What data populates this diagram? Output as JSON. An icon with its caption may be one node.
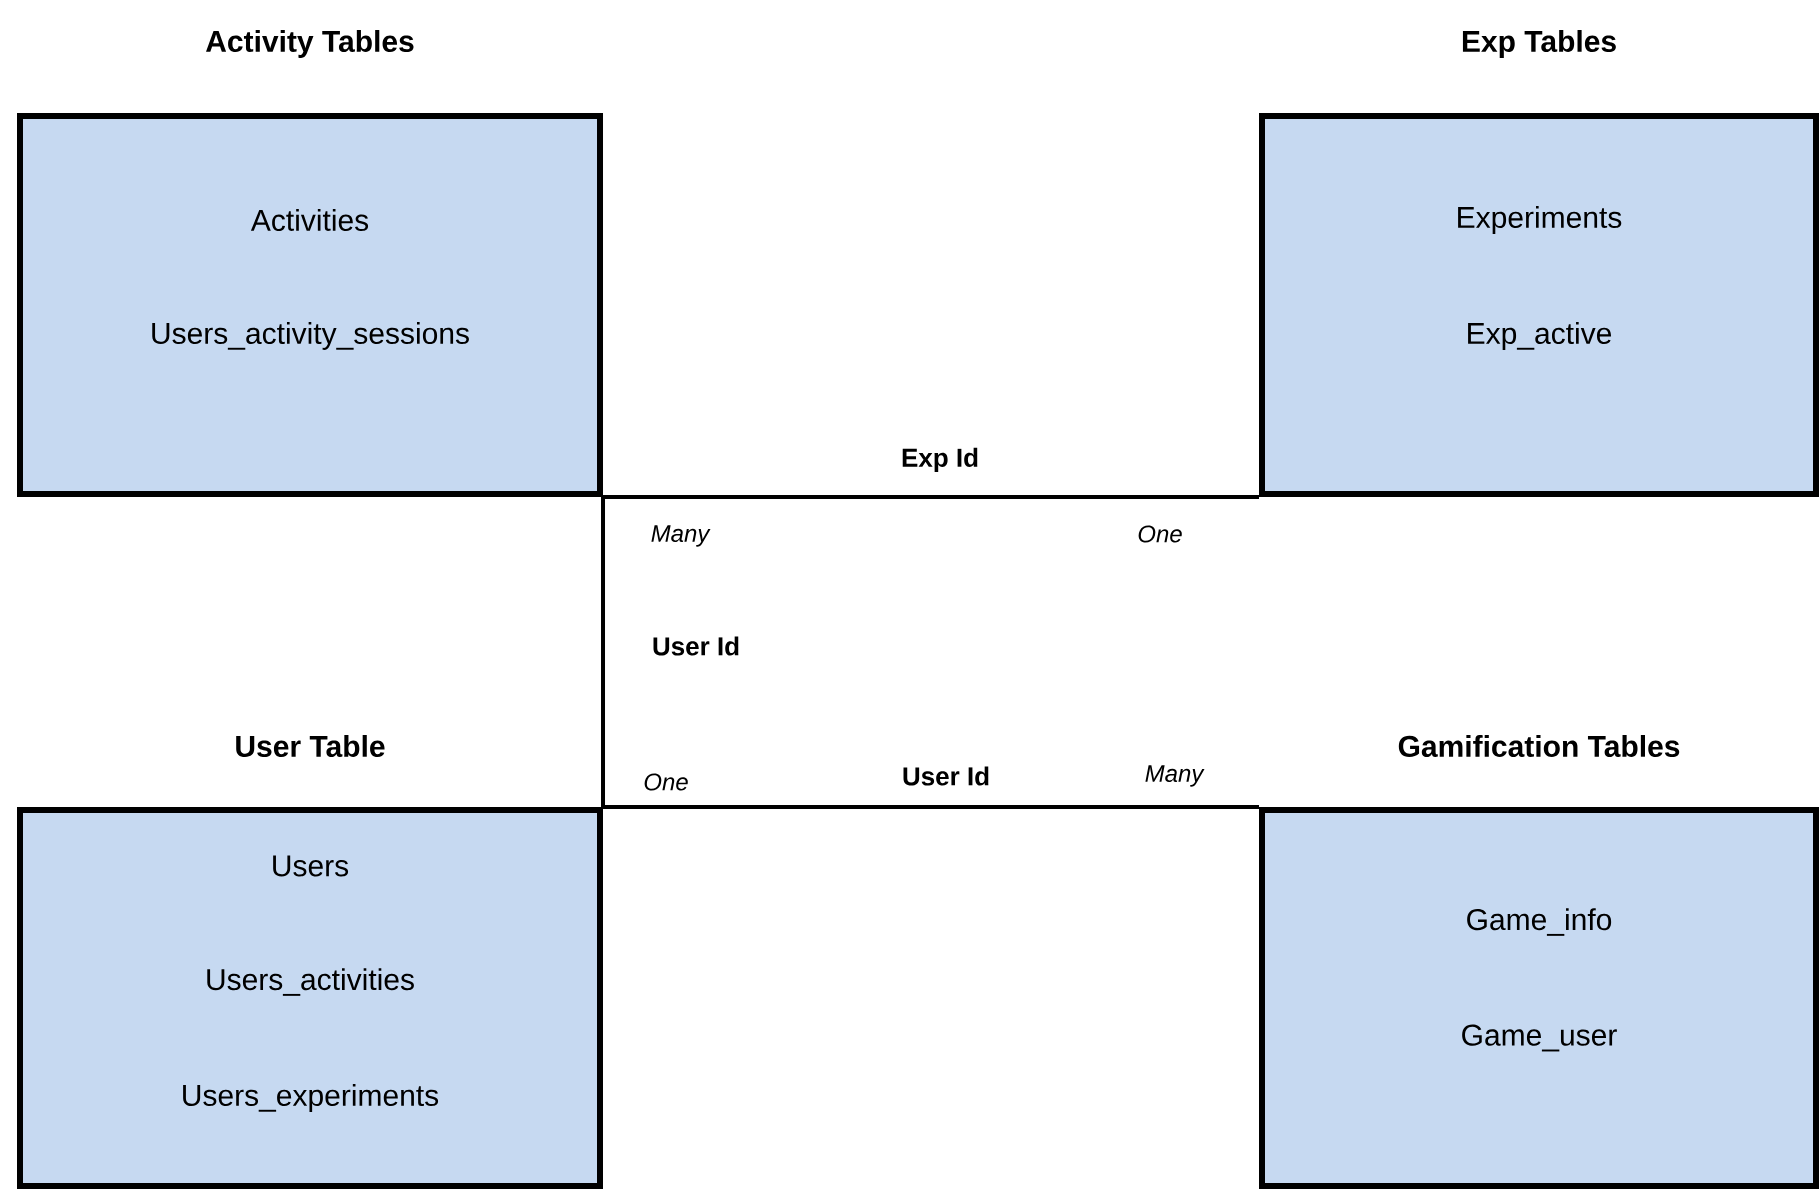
{
  "diagram": {
    "nodes": [
      {
        "text": [
          "Activity Tables",
          "Activities",
          "Users_activity_sessions"
        ]
      },
      {
        "text": [
          "Exp Tables",
          "Experiments",
          "Exp_active"
        ]
      },
      {
        "text": [
          "User Table",
          "Users",
          "Users_activities",
          "Users_experiments"
        ]
      },
      {
        "text": [
          "Gamification Tables",
          "Game_info",
          "Game_user"
        ]
      }
    ],
    "edges": [
      {
        "from": 0,
        "to": 1,
        "arrow": "none",
        "label": "Exp Id"
      },
      {
        "from": 0,
        "to": 2,
        "arrow": "none",
        "label": "User Id"
      },
      {
        "from": 2,
        "to": 3,
        "arrow": "none",
        "label": "User Id"
      }
    ],
    "labels": [
      "Many",
      "One",
      "One",
      "Many"
    ]
  }
}
